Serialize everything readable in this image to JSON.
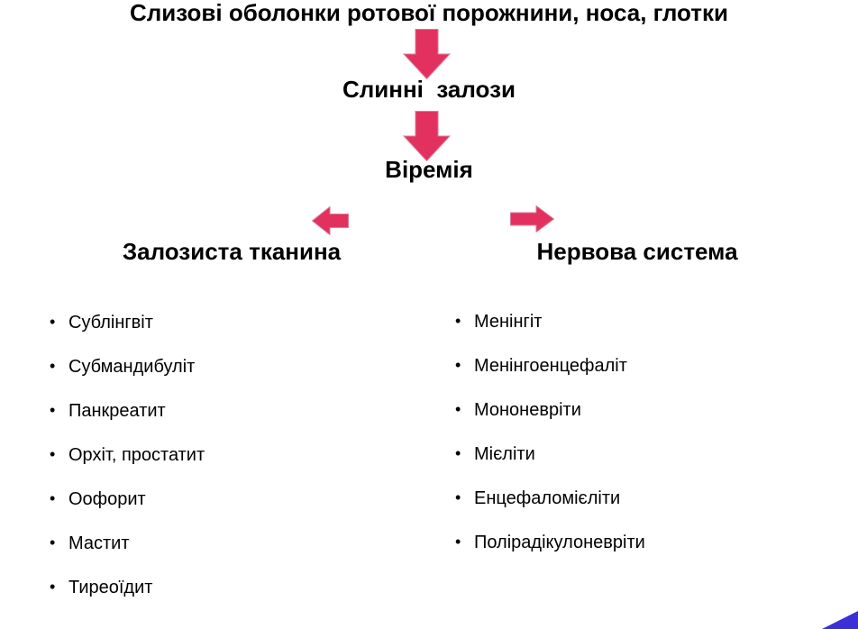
{
  "slide": {
    "title": "Слизові оболонки ротової порожнини, носа, глотки",
    "bullet_glyph": "•",
    "flow": {
      "step_salivary": "Слинні  залози",
      "step_viremia": "Віремія"
    },
    "branches": {
      "glandular": {
        "heading": "Залозиста тканина",
        "items": [
          "Сублінгвіт",
          "Субмандибуліт",
          "Панкреатит",
          "Орхіт, простатит",
          "Оофорит",
          "Мастит",
          "Тиреоїдит"
        ]
      },
      "nervous": {
        "heading": "Нервова система",
        "items": [
          "Менінгіт",
          "Менінгоенцефаліт",
          "Мононевріти",
          "Мієліти",
          "Енцефаломієліти",
          "Полірадікулоневріти"
        ]
      }
    }
  },
  "icons": {
    "down_arrow": "down-arrow",
    "left_arrow": "left-arrow",
    "right_arrow": "right-arrow",
    "bullet": "bullet-dot"
  },
  "colors": {
    "arrow_fill": "#E3315F",
    "arrow_outline": "#DA7A95",
    "corner_triangle": "#3B30D8",
    "text": "#000000",
    "background": "#FFFFFF"
  }
}
